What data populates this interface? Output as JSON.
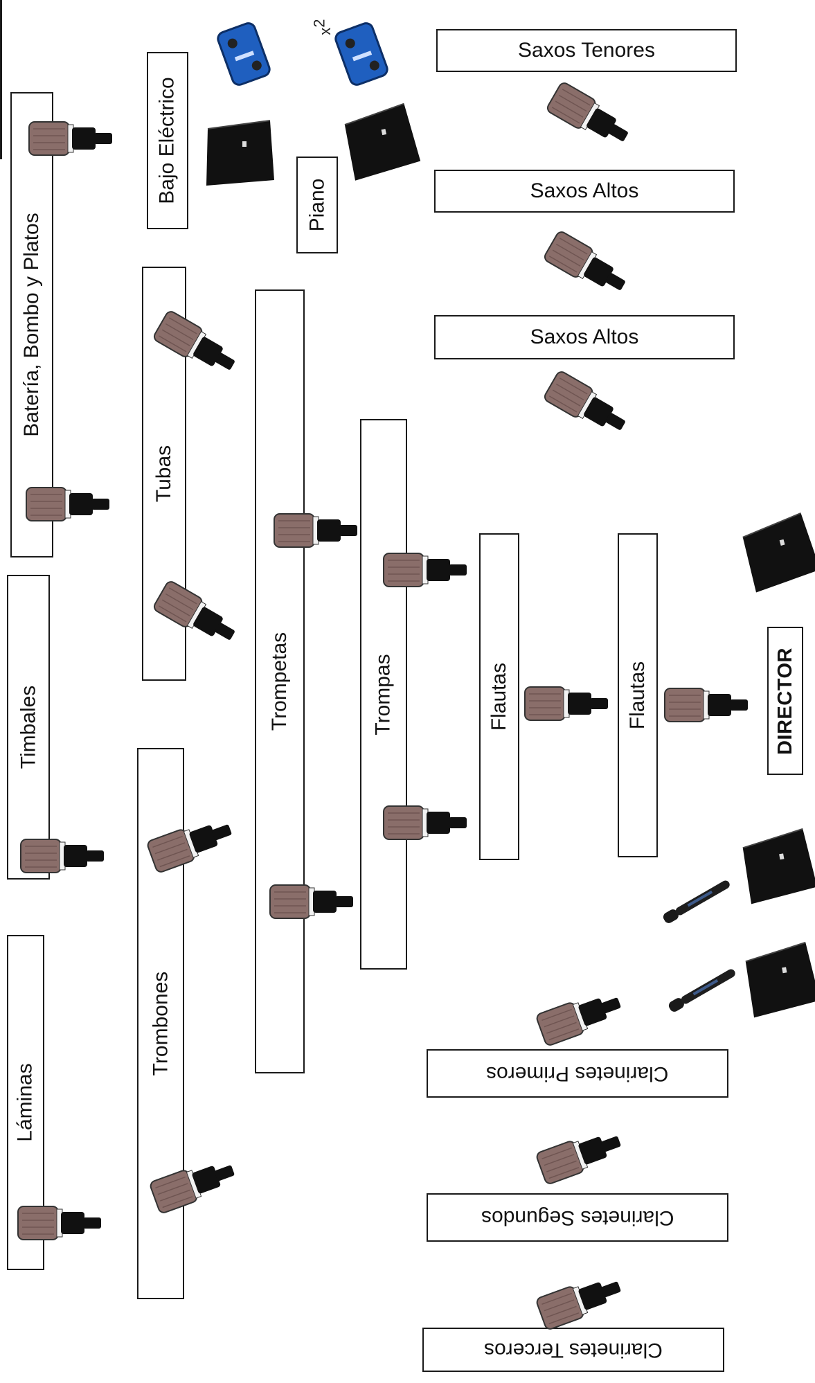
{
  "stage": {
    "labels": {
      "bateria": "Batería, Bombo y Platos",
      "timbales": "Timbales",
      "laminas": "Láminas",
      "bajo": "Bajo Eléctrico",
      "tubas": "Tubas",
      "trombones": "Trombones",
      "piano": "Piano",
      "trompetas": "Trompetas",
      "trompas": "Trompas",
      "flautas1": "Flautas",
      "flautas2": "Flautas",
      "director": "DIRECTOR",
      "saxos_tenores": "Saxos Tenores",
      "saxos_altos1": "Saxos Altos",
      "saxos_altos2": "Saxos Altos",
      "clarinetes_primeros": "Clarinetes Primeros",
      "clarinetes_segundos": "Clarinetes Segundos",
      "clarinetes_terceros": "Clarinetes Terceros"
    },
    "di_multiplier": "x",
    "di_multiplier_exp": "2",
    "colors": {
      "border": "#1a1a1a",
      "mic_head": "#8a6e6a",
      "mic_body": "#111111",
      "speaker": "#111111",
      "di_box": "#1f5fbf"
    }
  }
}
